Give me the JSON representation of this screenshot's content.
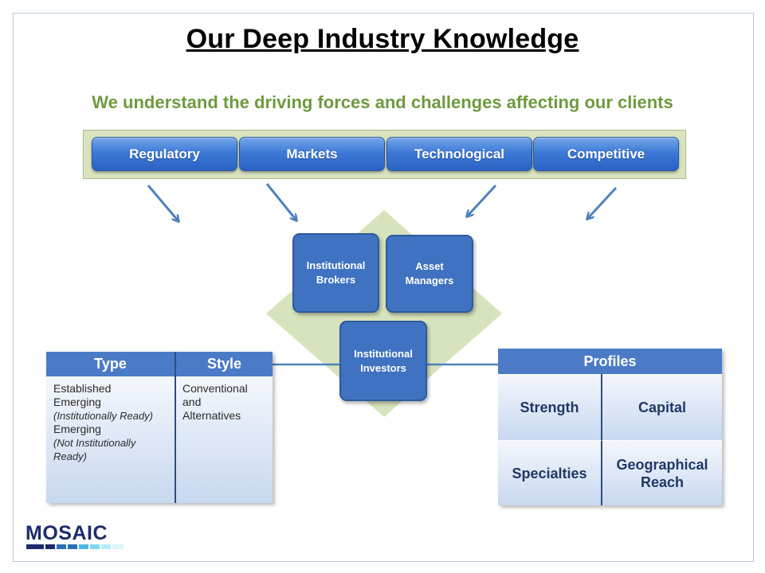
{
  "title": "Our Deep Industry Knowledge",
  "subtitle": "We understand the driving forces and challenges affecting our clients",
  "forces": [
    "Regulatory",
    "Markets",
    "Technological",
    "Competitive"
  ],
  "segments": {
    "brokers": "Institutional Brokers",
    "managers": "Asset Managers",
    "investors": "Institutional Investors"
  },
  "left_table": {
    "headers": [
      "Type",
      "Style"
    ],
    "type_lines": [
      {
        "text": "Established",
        "italic": false
      },
      {
        "text": "Emerging",
        "italic": false
      },
      {
        "text": "(Institutionally Ready)",
        "italic": true
      },
      {
        "text": "Emerging",
        "italic": false
      },
      {
        "text": "(Not Institutionally Ready)",
        "italic": true
      }
    ],
    "style_text": "Conventional and Alternatives"
  },
  "right_table": {
    "header": "Profiles",
    "cells": [
      "Strength",
      "Capital",
      "Specialties",
      "Geographical Reach"
    ]
  },
  "logo": "MOSAIC",
  "colors": {
    "accent_green": "#6e9a3f",
    "panel_green": "#d9e4bf",
    "diamond_green": "#d7e3bc",
    "box_blue": "#3f72c0",
    "header_blue": "#4b7bc6",
    "arrow_blue": "#4f81bd"
  }
}
